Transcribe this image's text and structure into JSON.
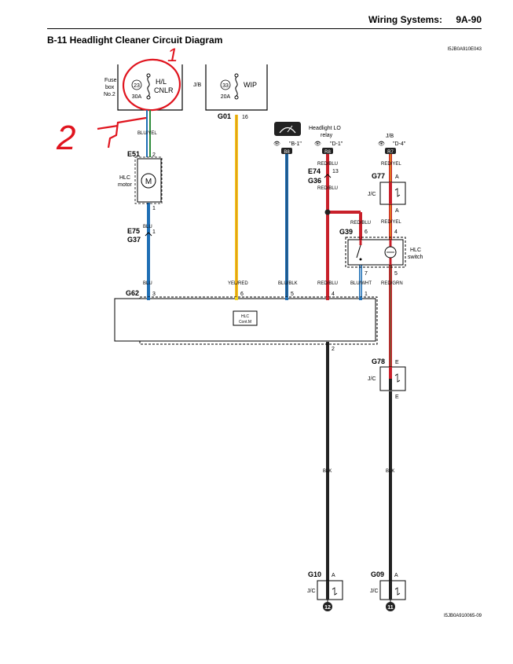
{
  "header": {
    "section": "Wiring Systems:",
    "page": "9A-90"
  },
  "title": "B-11 Headlight Cleaner Circuit Diagram",
  "diagram_code": "I5JB0A910E043",
  "figure_code": "I5JB0A910065-09",
  "annotations": {
    "circle_number": "1",
    "arrow_number": "2"
  },
  "fuse_box": {
    "label_lines": [
      "Fuse",
      "box",
      "No.2"
    ],
    "fuse_number": "23",
    "fuse_amp": "30A",
    "fuse_name_lines": [
      "H/L",
      "CNLR"
    ]
  },
  "jb": {
    "label": "J/B",
    "fuse_number": "33",
    "fuse_amp": "20A",
    "fuse_name": "WIP",
    "connector": "G01",
    "pin": "16"
  },
  "wires": {
    "blu_yel": "BLU/YEL",
    "yel_red": "YEL/RED",
    "blu_blk": "BLU/BLK",
    "red_blu": "RED/BLU",
    "blu_wht": "BLU/WHT",
    "red_yel": "RED/YEL",
    "red_grn": "RED/GRN",
    "blu": "BLU",
    "blk": "BLK"
  },
  "motor": {
    "connector": "E51",
    "pin_top": "2",
    "pin_bottom": "1",
    "label_lines": [
      "HLC",
      "motor"
    ],
    "symbol": "M"
  },
  "e75": {
    "connector_top": "E75",
    "connector_bottom": "G37",
    "pin": "1"
  },
  "wiper_ref": {
    "text": "\"B-1\"",
    "terminal": "B8"
  },
  "relay_ref": {
    "label_lines": [
      "Headlight LO",
      "relay"
    ],
    "text": "\"D-1\"",
    "terminal": "R8",
    "connector_top": "E74",
    "connector_bottom": "G36",
    "pin": "13"
  },
  "jb_ref": {
    "label": "J/B",
    "text": "\"D-4\"",
    "terminal": "R7"
  },
  "g77": {
    "connector": "G77",
    "pin_top": "A",
    "pin_bottom": "A",
    "label": "J/C"
  },
  "g39": {
    "connector": "G39",
    "pin_top": "6",
    "pin_right": "4",
    "pin_bottom_left": "7",
    "pin_bottom_right": "5",
    "label_lines": [
      "HLC",
      "switch"
    ]
  },
  "g62": {
    "connector": "G62",
    "pins": [
      "3",
      "6",
      "5",
      "4",
      "1"
    ],
    "pin_bottom": "2",
    "module_label_lines": [
      "HLC",
      "Cont.M"
    ]
  },
  "g78": {
    "connector": "G78",
    "pin_top": "E",
    "pin_bottom": "E",
    "label": "J/C"
  },
  "g10": {
    "connector": "G10",
    "pin": "A",
    "label": "J/C",
    "ground": "12"
  },
  "g09": {
    "connector": "G09",
    "pin": "A",
    "label": "J/C",
    "ground": "11"
  },
  "colors": {
    "blue": "#1f6fb5",
    "green": "#2e8b3a",
    "yellow": "#f2d21b",
    "red": "#c8202a",
    "black": "#222222",
    "annotation": "#e0141e"
  }
}
